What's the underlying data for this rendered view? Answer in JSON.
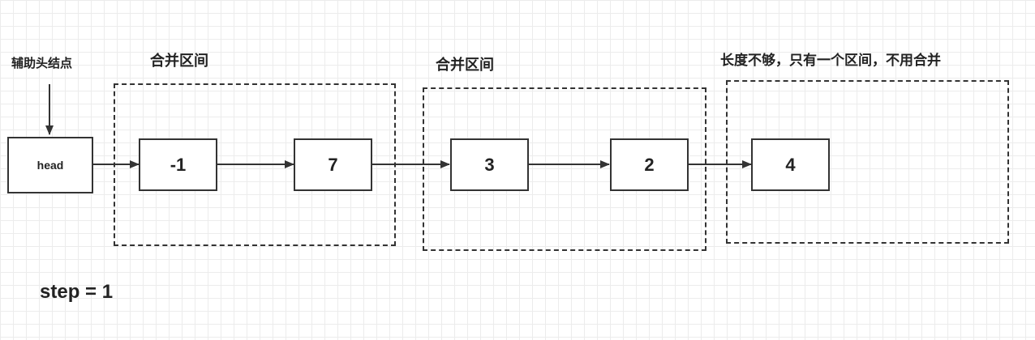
{
  "helper_label": "辅助头结点",
  "groups": [
    {
      "label": "合并区间"
    },
    {
      "label": "合并区间"
    },
    {
      "label": "长度不够，只有一个区间，不用合并"
    }
  ],
  "nodes": {
    "head": "head",
    "n1": "-1",
    "n2": "7",
    "n3": "3",
    "n4": "2",
    "n5": "4"
  },
  "step_label": "step = 1"
}
